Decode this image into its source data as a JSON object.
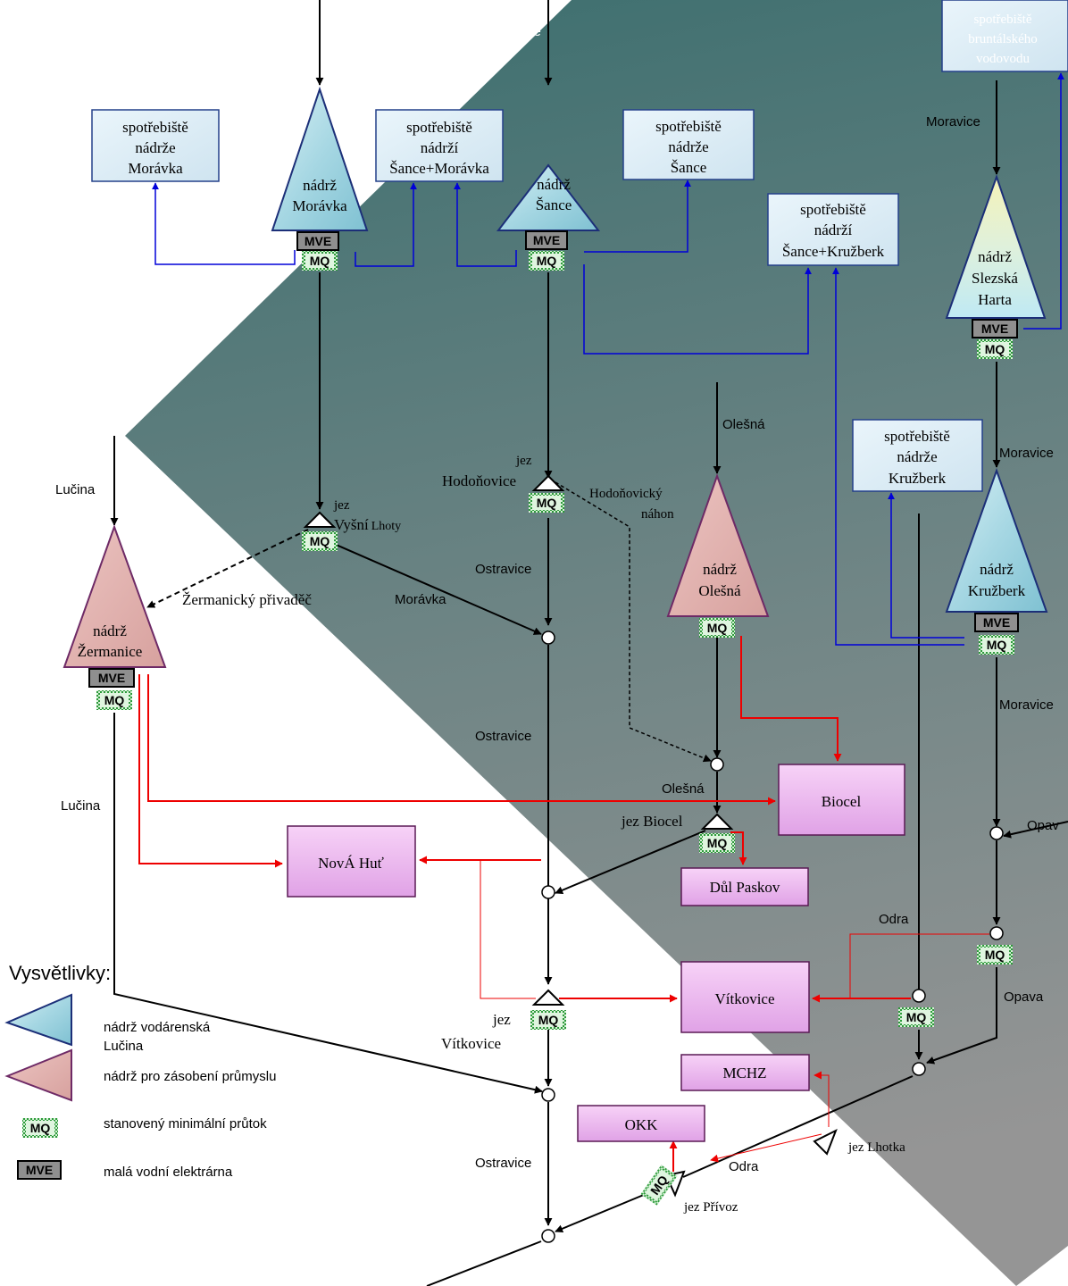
{
  "consumers": {
    "moravka": [
      "spotřebiště",
      "nádrže",
      "Morávka"
    ],
    "sance_moravka": [
      "spotřebiště",
      "nádrží",
      "Šance+Morávka"
    ],
    "sance": [
      "spotřebiště",
      "nádrže",
      "Šance"
    ],
    "sance_kruzberk": [
      "spotřebiště",
      "nádrží",
      "Šance+Kružberk"
    ],
    "kruzberk": [
      "spotřebiště",
      "nádrže",
      "Kružberk"
    ],
    "bruntal": [
      "spotřebiště",
      "bruntálského",
      "vodovodu"
    ]
  },
  "reservoirs": {
    "moravka": [
      "nádrž",
      "Morávka"
    ],
    "sance": [
      "nádrž",
      "Šance"
    ],
    "slezska_harta": [
      "nádrž",
      "Slezská",
      "Harta"
    ],
    "kruzberk": [
      "nádrž",
      "Kružberk"
    ],
    "olesna": [
      "nádrž",
      "Olešná"
    ],
    "zermanice": [
      "nádrž",
      "Žermanice"
    ]
  },
  "industries": {
    "biocel": "Biocel",
    "dul_paskov": "Důl Paskov",
    "nova_hut": "NovÁ Huť",
    "vitkovice": "Vítkovice",
    "mchz": "MCHZ",
    "okk": "OKK"
  },
  "badges": {
    "mve": "MVE",
    "mq": "MQ"
  },
  "rivers": {
    "moravice": "Moravice",
    "olesna": "Olešná",
    "lucina": "Lučina",
    "ostravice": "Ostravice",
    "moravka": "Morávka",
    "odra": "Odra",
    "opava": "Opava",
    "opav_cut": "Opav",
    "ostravice_cut": "ce"
  },
  "weirs": {
    "hodonovice_jez": "jez",
    "hodonovice": "Hodoňovice",
    "vysni_jez": "jez",
    "vysni": "Vyšní",
    "vysni_lhoty": "Lhoty",
    "biocel": "jez Biocel",
    "vitkovice_jez": "jez",
    "vitkovice": "Vítkovice",
    "lhotka": "jez  Lhotka",
    "privoz": "jez  Přívoz"
  },
  "canals": {
    "hodonovicky_1": "Hodoňovický",
    "hodonovicky_2": "náhon",
    "zermanicky": "Žermanický přivaděč"
  },
  "legend": {
    "title": "Vysvětlivky:",
    "water_reservoir_1": "nádrž vodárenská",
    "water_reservoir_2": "Lučina",
    "industry_reservoir": "nádrž pro zásobení průmyslu",
    "mq": "stanovený minimální průtok",
    "mve": "malá vodní elektrárna"
  },
  "colors": {
    "water_reservoir": "#a9dbe6",
    "industry_reservoir": "#e3b2b0",
    "consumer_box": "#ddeef6",
    "industry_box": "#e9a8ef",
    "blue_link": "#0000d8",
    "red_link": "#ee0000",
    "background_dark": "#3f6f6f",
    "background_light": "#8c8c8c"
  }
}
